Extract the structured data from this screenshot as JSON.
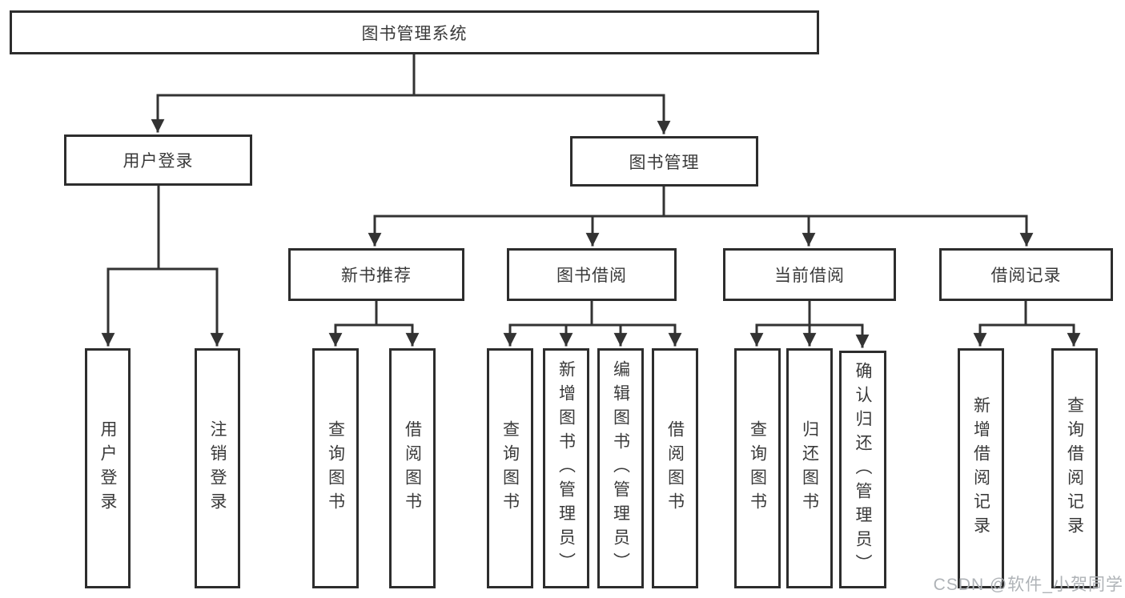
{
  "root": {
    "label": "图书管理系统"
  },
  "branches": {
    "user_login": {
      "label": "用户登录",
      "children": [
        "用户登录",
        "注销登录"
      ]
    },
    "book_mgmt": {
      "label": "图书管理"
    }
  },
  "modules": [
    {
      "label": "新书推荐",
      "children": [
        "查询图书",
        "借阅图书"
      ]
    },
    {
      "label": "图书借阅",
      "children": [
        "查询图书",
        "新增图书（管理员）",
        "编辑图书（管理员）",
        "借阅图书"
      ]
    },
    {
      "label": "当前借阅",
      "children": [
        "查询图书",
        "归还图书",
        "确认归还（管理员）"
      ]
    },
    {
      "label": "借阅记录",
      "children": [
        "新增借阅记录",
        "查询借阅记录"
      ]
    }
  ],
  "watermark": "CSDN @软件_小贺同学",
  "colors": {
    "line": "#333333",
    "box_border": "#2d2d2d",
    "text": "#3a3a3a",
    "watermark": "#afb3b7",
    "background": "#ffffff"
  }
}
